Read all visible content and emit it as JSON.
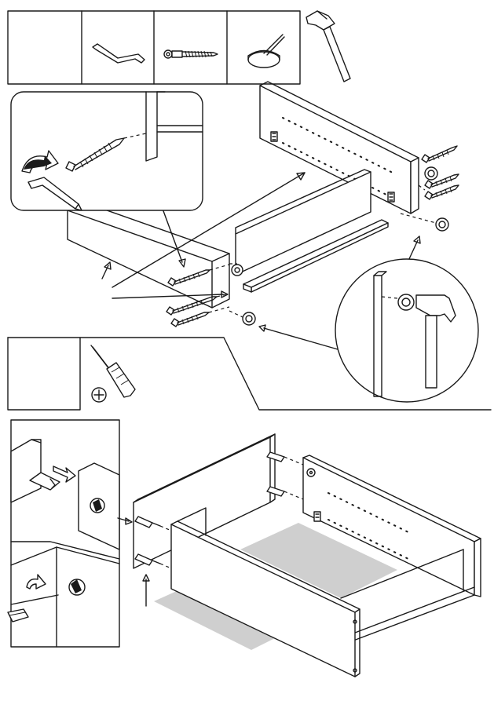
{
  "page": {
    "background": "#ffffff",
    "line_color": "#1a1a1a",
    "shadow_color": "#cfcfcf"
  },
  "tool_panel_top": {
    "cells": [
      {
        "content": "empty"
      },
      {
        "content": "allen-key-icon"
      },
      {
        "content": "screw-with-washer-icon"
      },
      {
        "content": "nail-cap-icon"
      }
    ],
    "extra_tool": "hammer-icon"
  },
  "tool_panel_middle": {
    "cells": [
      {
        "content": "empty"
      },
      {
        "content": "phillips-screwdriver-icon"
      }
    ],
    "screw_head_symbol": "cross-screw-head-icon"
  },
  "step_one": {
    "parts": [
      "side-panel-left",
      "side-panel-right",
      "drawer-front-panel",
      "bottom-shelf",
      "long-screw",
      "cap-nail",
      "cam-lock"
    ],
    "detail_views": [
      "allen-key-screw-detail",
      "hammer-cap-detail"
    ]
  },
  "step_two": {
    "parts": [
      "drawer-side-left",
      "drawer-back-panel",
      "drawer-front",
      "drawer-bottom",
      "dowel",
      "cam-bolt"
    ],
    "detail_views": [
      "dowel-insert-detail",
      "cam-tighten-detail"
    ]
  }
}
